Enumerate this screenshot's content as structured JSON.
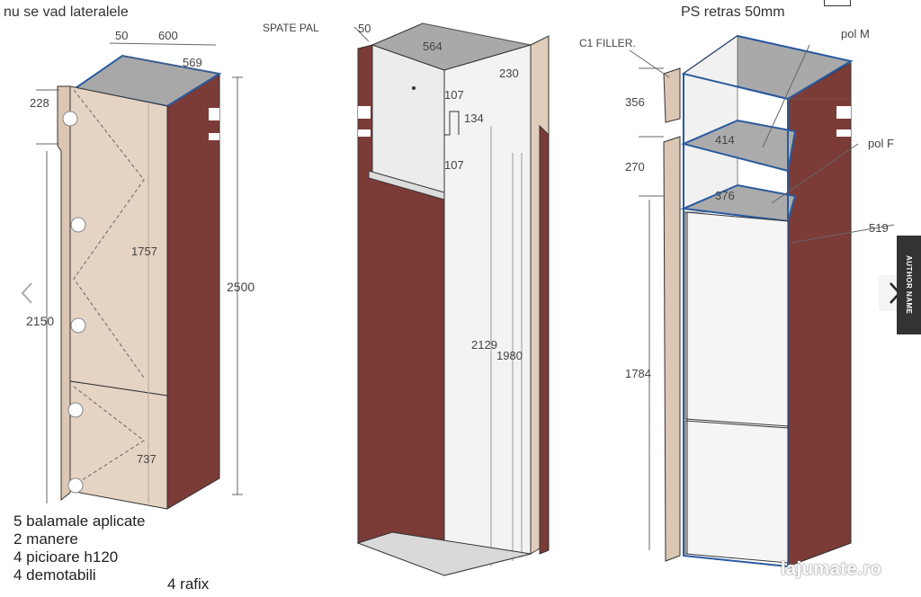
{
  "header": {
    "left_note": "nu se vad lateralele",
    "right_note": "PS retras 50mm"
  },
  "legend": {
    "lines": [
      "5 balamale aplicate",
      "2 manere",
      "4 picioare h120",
      "4 demotabili"
    ],
    "extra": "4 rafix"
  },
  "cabinet_left": {
    "dims": {
      "d50": "50",
      "d600": "600",
      "d569": "569",
      "d228": "228",
      "d1757": "1757",
      "d2500": "2500",
      "d2150": "2150",
      "d737": "737"
    }
  },
  "cabinet_middle": {
    "labels": {
      "spate_pal": "SPATE PAL"
    },
    "dims": {
      "d50": "50",
      "d564": "564",
      "d230": "230",
      "d107a": "107",
      "d134": "134",
      "d107b": "107",
      "d2129": "2129",
      "d1980": "1980"
    }
  },
  "cabinet_right": {
    "labels": {
      "filler": "C1 FILLER.",
      "pol_m": "pol M",
      "pol_f": "pol F"
    },
    "dims": {
      "d356": "356",
      "d270": "270",
      "d414": "414",
      "d376": "376",
      "d519": "519",
      "d1784": "1784"
    }
  },
  "nav": {
    "prev_icon": "chevron-left-icon",
    "next_icon": "chevron-right-icon"
  },
  "side_tab": "AUTHOR NAME",
  "watermark": "lajumate.ro",
  "colors": {
    "door": "#e4d2c2",
    "side_panel": "#7a3a36",
    "inner_light": "#e9e9e9",
    "top_gray": "#a9a9a9",
    "edge_blue": "#2a5aa0"
  }
}
